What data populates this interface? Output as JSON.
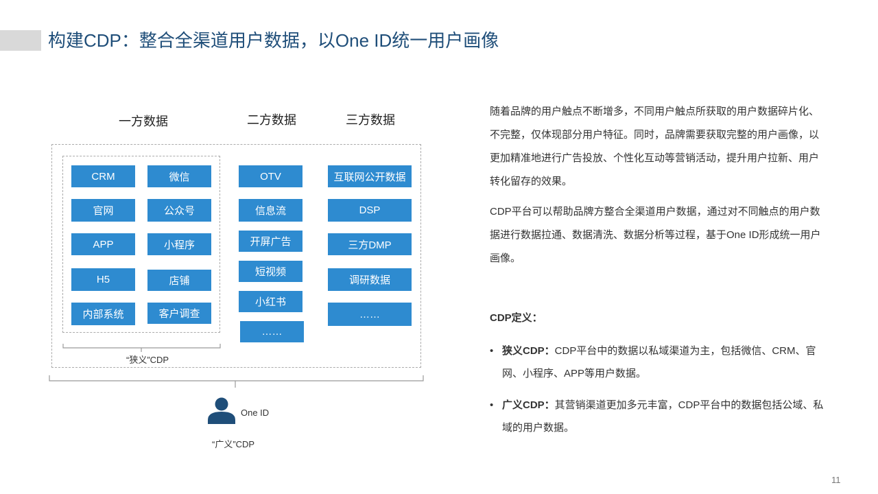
{
  "title": "构建CDP：整合全渠道用户数据，以One ID统一用户画像",
  "columns": {
    "first": "一方数据",
    "second": "二方数据",
    "third": "三方数据"
  },
  "first_party": {
    "left": [
      "CRM",
      "官网",
      "APP",
      "H5",
      "内部系统"
    ],
    "right": [
      "微信",
      "公众号",
      "小程序",
      "店铺",
      "客户调查"
    ]
  },
  "second_party": [
    "OTV",
    "信息流",
    "开屏广告",
    "短视频",
    "小红书",
    "……"
  ],
  "third_party": [
    "互联网公开数据",
    "DSP",
    "三方DMP",
    "调研数据",
    "……"
  ],
  "narrow_label": "“狭义”CDP",
  "broad_label": "“广义”CDP",
  "one_id_label": "One ID",
  "paragraphs": [
    "随着品牌的用户触点不断增多，不同用户触点所获取的用户数据碎片化、不完整，仅体现部分用户特征。同时，品牌需要获取完整的用户画像，以更加精准地进行广告投放、个性化互动等营销活动，提升用户拉新、用户转化留存的效果。",
    "CDP平台可以帮助品牌方整合全渠道用户数据，通过对不同触点的用户数据进行数据拉通、数据清洗、数据分析等过程，基于One ID形成统一用户画像。"
  ],
  "definition_heading": "CDP定义：",
  "definitions": [
    {
      "term": "狭义CDP：",
      "text": "CDP平台中的数据以私域渠道为主，包括微信、CRM、官网、小程序、APP等用户数据。"
    },
    {
      "term": "广义CDP：",
      "text": "其营销渠道更加多元丰富，CDP平台中的数据包括公域、私域的用户数据。"
    }
  ],
  "bullet_char": "•",
  "page_number": "11",
  "colors": {
    "title": "#1f4e79",
    "box": "#2e8bd0",
    "icon": "#1f4e79"
  }
}
